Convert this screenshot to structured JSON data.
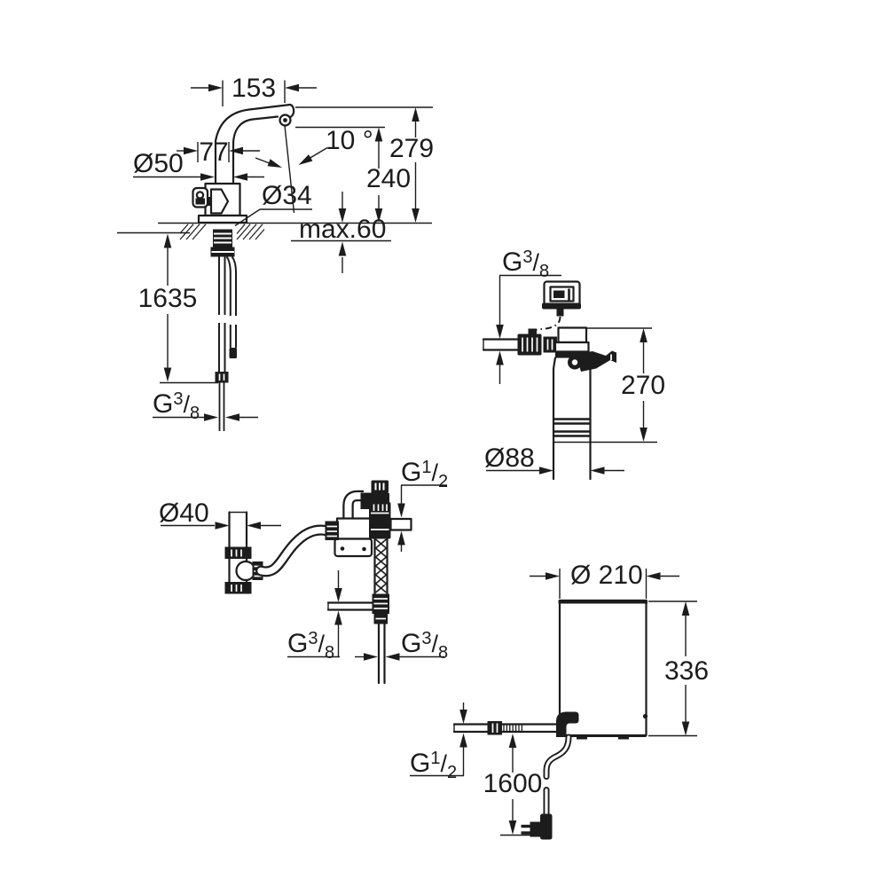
{
  "colors": {
    "ink": "#1c1c1c",
    "paper": "#ffffff"
  },
  "faucet": {
    "spout_reach": "153",
    "spout_angle": "10 °",
    "height_to_spout_top": "279",
    "height_to_outlet": "240",
    "body_diameter": "Ø50",
    "body_width": "77",
    "mounting_hole_diameter": "Ø34",
    "max_deck_thickness": "max.60",
    "hose_length": "1635",
    "thread": {
      "letter": "G",
      "numerator": "3",
      "slash": "/",
      "denominator": "8"
    }
  },
  "filter": {
    "thread": {
      "letter": "G",
      "numerator": "3",
      "slash": "/",
      "denominator": "8"
    },
    "cartridge_height": "270",
    "cartridge_diameter": "Ø88"
  },
  "valve_set": {
    "pipe_diameter": "Ø40",
    "thread_top": {
      "letter": "G",
      "numerator": "1",
      "slash": "/",
      "denominator": "2"
    },
    "thread_bottom_left": {
      "letter": "G",
      "numerator": "3",
      "slash": "/",
      "denominator": "8"
    },
    "thread_bottom_right": {
      "letter": "G",
      "numerator": "3",
      "slash": "/",
      "denominator": "8"
    }
  },
  "boiler": {
    "diameter": "Ø 210",
    "height": "336",
    "thread": {
      "letter": "G",
      "numerator": "1",
      "slash": "/",
      "denominator": "2"
    },
    "cable_length": "1600"
  }
}
